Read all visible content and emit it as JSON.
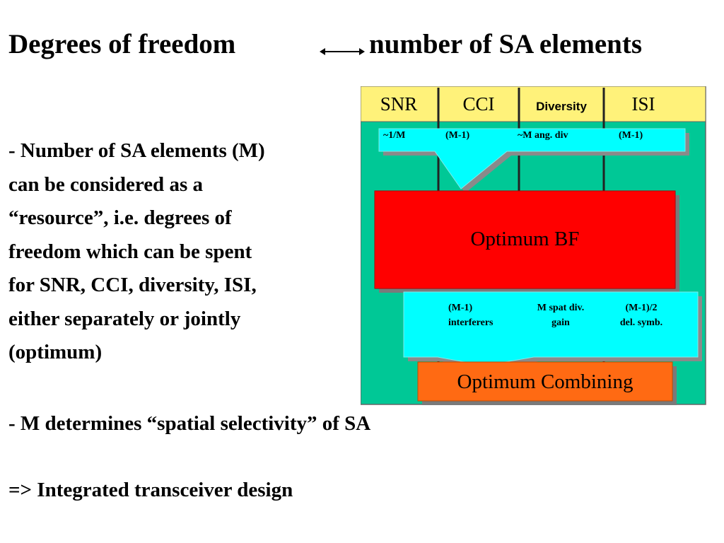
{
  "title": {
    "left": "Degrees of freedom",
    "right": "number of SA elements"
  },
  "body": {
    "para1": [
      "- Number of SA elements (M)",
      "can be considered as a",
      "“resource”,  i.e. degrees of",
      "freedom which can be spent",
      "for SNR, CCI,  diversity, ISI,",
      "either separately or jointly",
      "(optimum)"
    ],
    "para2": "- M determines “spatial selectivity” of SA",
    "para3": "=> Integrated transceiver design"
  },
  "diagram": {
    "columns": [
      "SNR",
      "CCI",
      "Diversity",
      "ISI"
    ],
    "top_callout": {
      "values": [
        "~1/M",
        "(M-1)",
        "~M ang. div",
        "(M-1)"
      ]
    },
    "optimum_bf": "Optimum BF",
    "bottom_callout": {
      "col1": [
        "(M-1)",
        "interferers"
      ],
      "col2": [
        "M spat div.",
        "gain"
      ],
      "col3": [
        "(M-1)/2",
        "del. symb."
      ]
    },
    "optimum_combining": "Optimum Combining",
    "colors": {
      "panel": "#00c896",
      "header": "#fff27a",
      "callout": "#00ffff",
      "bf": "#ff0000",
      "combining": "#ff6a13"
    }
  }
}
